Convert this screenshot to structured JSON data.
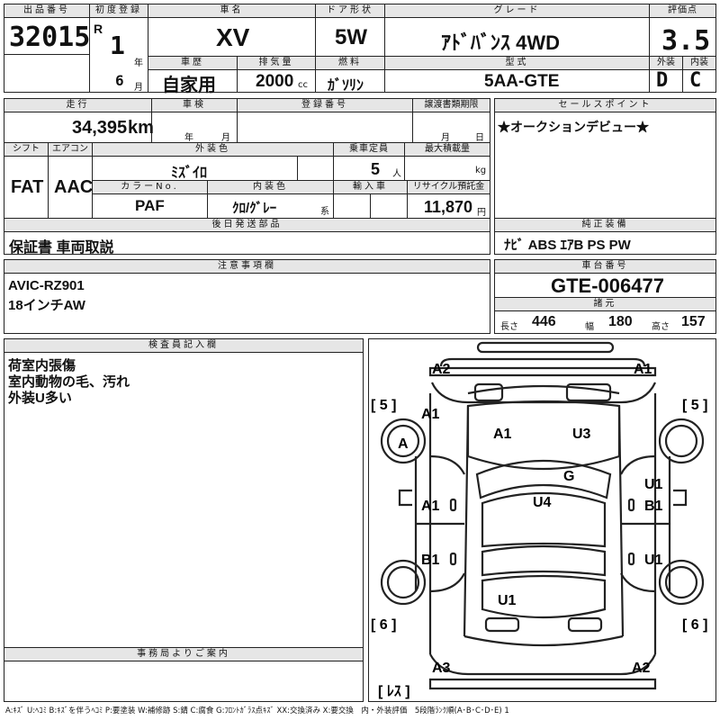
{
  "header": {
    "lot_no_label": "出品番号",
    "lot_no": "32015",
    "first_reg_label": "初度登録",
    "era": "R",
    "year": "1",
    "year_unit": "年",
    "month": "6",
    "month_unit": "月",
    "car_name_label": "車名",
    "car_name": "XV",
    "door_label": "ドア形状",
    "door": "5W",
    "grade_label": "グレード",
    "grade": "ｱﾄﾞﾊﾞﾝｽ 4WD",
    "score_label": "評価点",
    "score": "3.5",
    "history_label": "車歴",
    "history": "自家用",
    "displacement_label": "排気量",
    "displacement": "2000",
    "displacement_unit": "cc",
    "fuel_label": "燃料",
    "fuel": "ｶﾞｿﾘﾝ",
    "model_label": "型式",
    "model": "5AA-GTE",
    "ext_label": "外装",
    "ext": "D",
    "int_label": "内装",
    "int": "C"
  },
  "row2": {
    "mileage_label": "走行",
    "mileage": "34,395",
    "mileage_unit": "km",
    "inspection_label": "車検",
    "insp_year_unit": "年",
    "insp_month_unit": "月",
    "reg_no_label": "登録番号",
    "transfer_label": "譲渡書類期限",
    "transfer_month_unit": "月",
    "transfer_day_unit": "日",
    "shift_label": "シフト",
    "shift": "FAT",
    "ac_label": "エアコン",
    "ac": "AAC",
    "ext_color_label": "外装色",
    "ext_color": "ﾐｽﾞｲﾛ",
    "capacity_label": "乗車定員",
    "capacity": "5",
    "capacity_unit": "人",
    "load_label": "最大積載量",
    "load_unit": "kg",
    "color_no_label": "カラーNo.",
    "color_no": "PAF",
    "int_color_label": "内装色",
    "int_color": "ｸﾛ/ｸﾞﾚｰ",
    "int_color_unit": "系",
    "import_label": "輸入車",
    "recycle_label": "リサイクル預託金",
    "recycle": "11,870",
    "recycle_unit": "円",
    "later_label": "後日発送部品",
    "later": "保証書 車両取説"
  },
  "sales": {
    "label": "セールスポイント",
    "text": "★オークションデビュー★",
    "equip_label": "純正装備",
    "equip": "ﾅﾋﾞ ABS ｴｱB PS PW"
  },
  "notes": {
    "label": "注意事項欄",
    "line1": "AVIC-RZ901",
    "line2": "18インチAW"
  },
  "chassis": {
    "label": "車台番号",
    "value": "GTE-006477",
    "spec_label": "諸元",
    "length_label": "長さ",
    "length": "446",
    "width_label": "幅",
    "width": "180",
    "height_label": "高さ",
    "height": "157"
  },
  "inspector": {
    "label": "検査員記入欄",
    "line1": "荷室内張傷",
    "line2": "室内動物の毛、汚れ",
    "line3": "外装U多い"
  },
  "office": {
    "label": "事務局よりご案内"
  },
  "diagram": {
    "marks": {
      "front_left": "A2",
      "front_right": "A1",
      "fender_fl": "A1",
      "wheel_fl": "A",
      "hood_left": "A1",
      "hood_right": "U3",
      "windshield": "G",
      "roof": "U4",
      "door_fl": "A1",
      "door_fr_top": "U1",
      "door_fr": "B1",
      "door_rl": "B1",
      "door_rr": "U1",
      "rear_glass": "U1",
      "rear_left": "A3",
      "rear_right": "A2",
      "tyre_fl": "[ 5 ]",
      "tyre_fr": "[ 5 ]",
      "tyre_rl": "[ 6 ]",
      "tyre_rr": "[ 6 ]",
      "spare": "[ ﾚｽ ]"
    }
  },
  "legend": "A:ｷｽﾞ U:ﾍｺﾐ B:ｷｽﾞを伴うﾍｺﾐ P:要塗装 W:補修跡 S:錆 C:腐食 G:ﾌﾛﾝﾄｶﾞﾗｽ点ｷｽﾞ XX:交換済み X:要交換　内・外装評価　5段階ﾗﾝｸ順(A･B･C･D･E) 1"
}
